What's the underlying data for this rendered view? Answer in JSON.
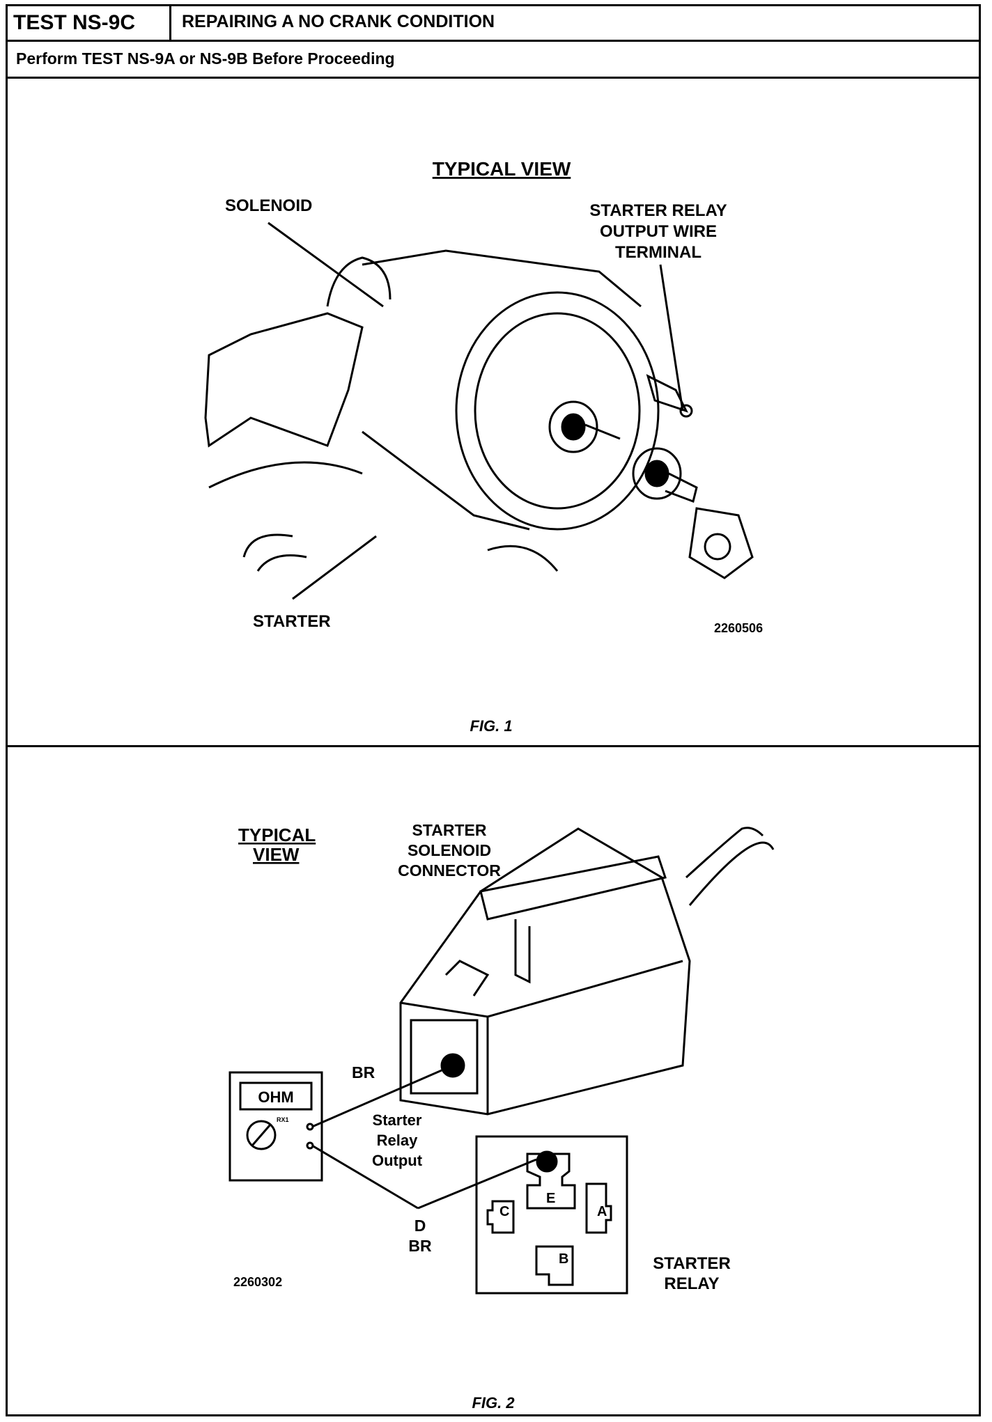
{
  "header": {
    "test_id": "TEST NS-9C",
    "title": "REPAIRING A NO CRANK CONDITION",
    "subtitle": "Perform TEST NS-9A or NS-9B Before Proceeding"
  },
  "fig1": {
    "view_label": "TYPICAL VIEW",
    "solenoid_label": "SOLENOID",
    "relay_wire_label": [
      "STARTER RELAY",
      "OUTPUT WIRE",
      "TERMINAL"
    ],
    "starter_label": "STARTER",
    "part_number": "2260506",
    "caption": "FIG. 1"
  },
  "fig2": {
    "view_label": [
      "TYPICAL",
      "VIEW"
    ],
    "connector_label": [
      "STARTER",
      "SOLENOID",
      "CONNECTOR"
    ],
    "meter_display": "OHM",
    "meter_range": "RX1",
    "br_label": "BR",
    "output_label": [
      "Starter",
      "Relay",
      "Output"
    ],
    "d_label": "D",
    "br_label_2": "BR",
    "terminals": [
      "A",
      "B",
      "C",
      "D",
      "E"
    ],
    "relay_label": [
      "STARTER",
      "RELAY"
    ],
    "part_number": "2260302",
    "caption": "FIG. 2"
  }
}
